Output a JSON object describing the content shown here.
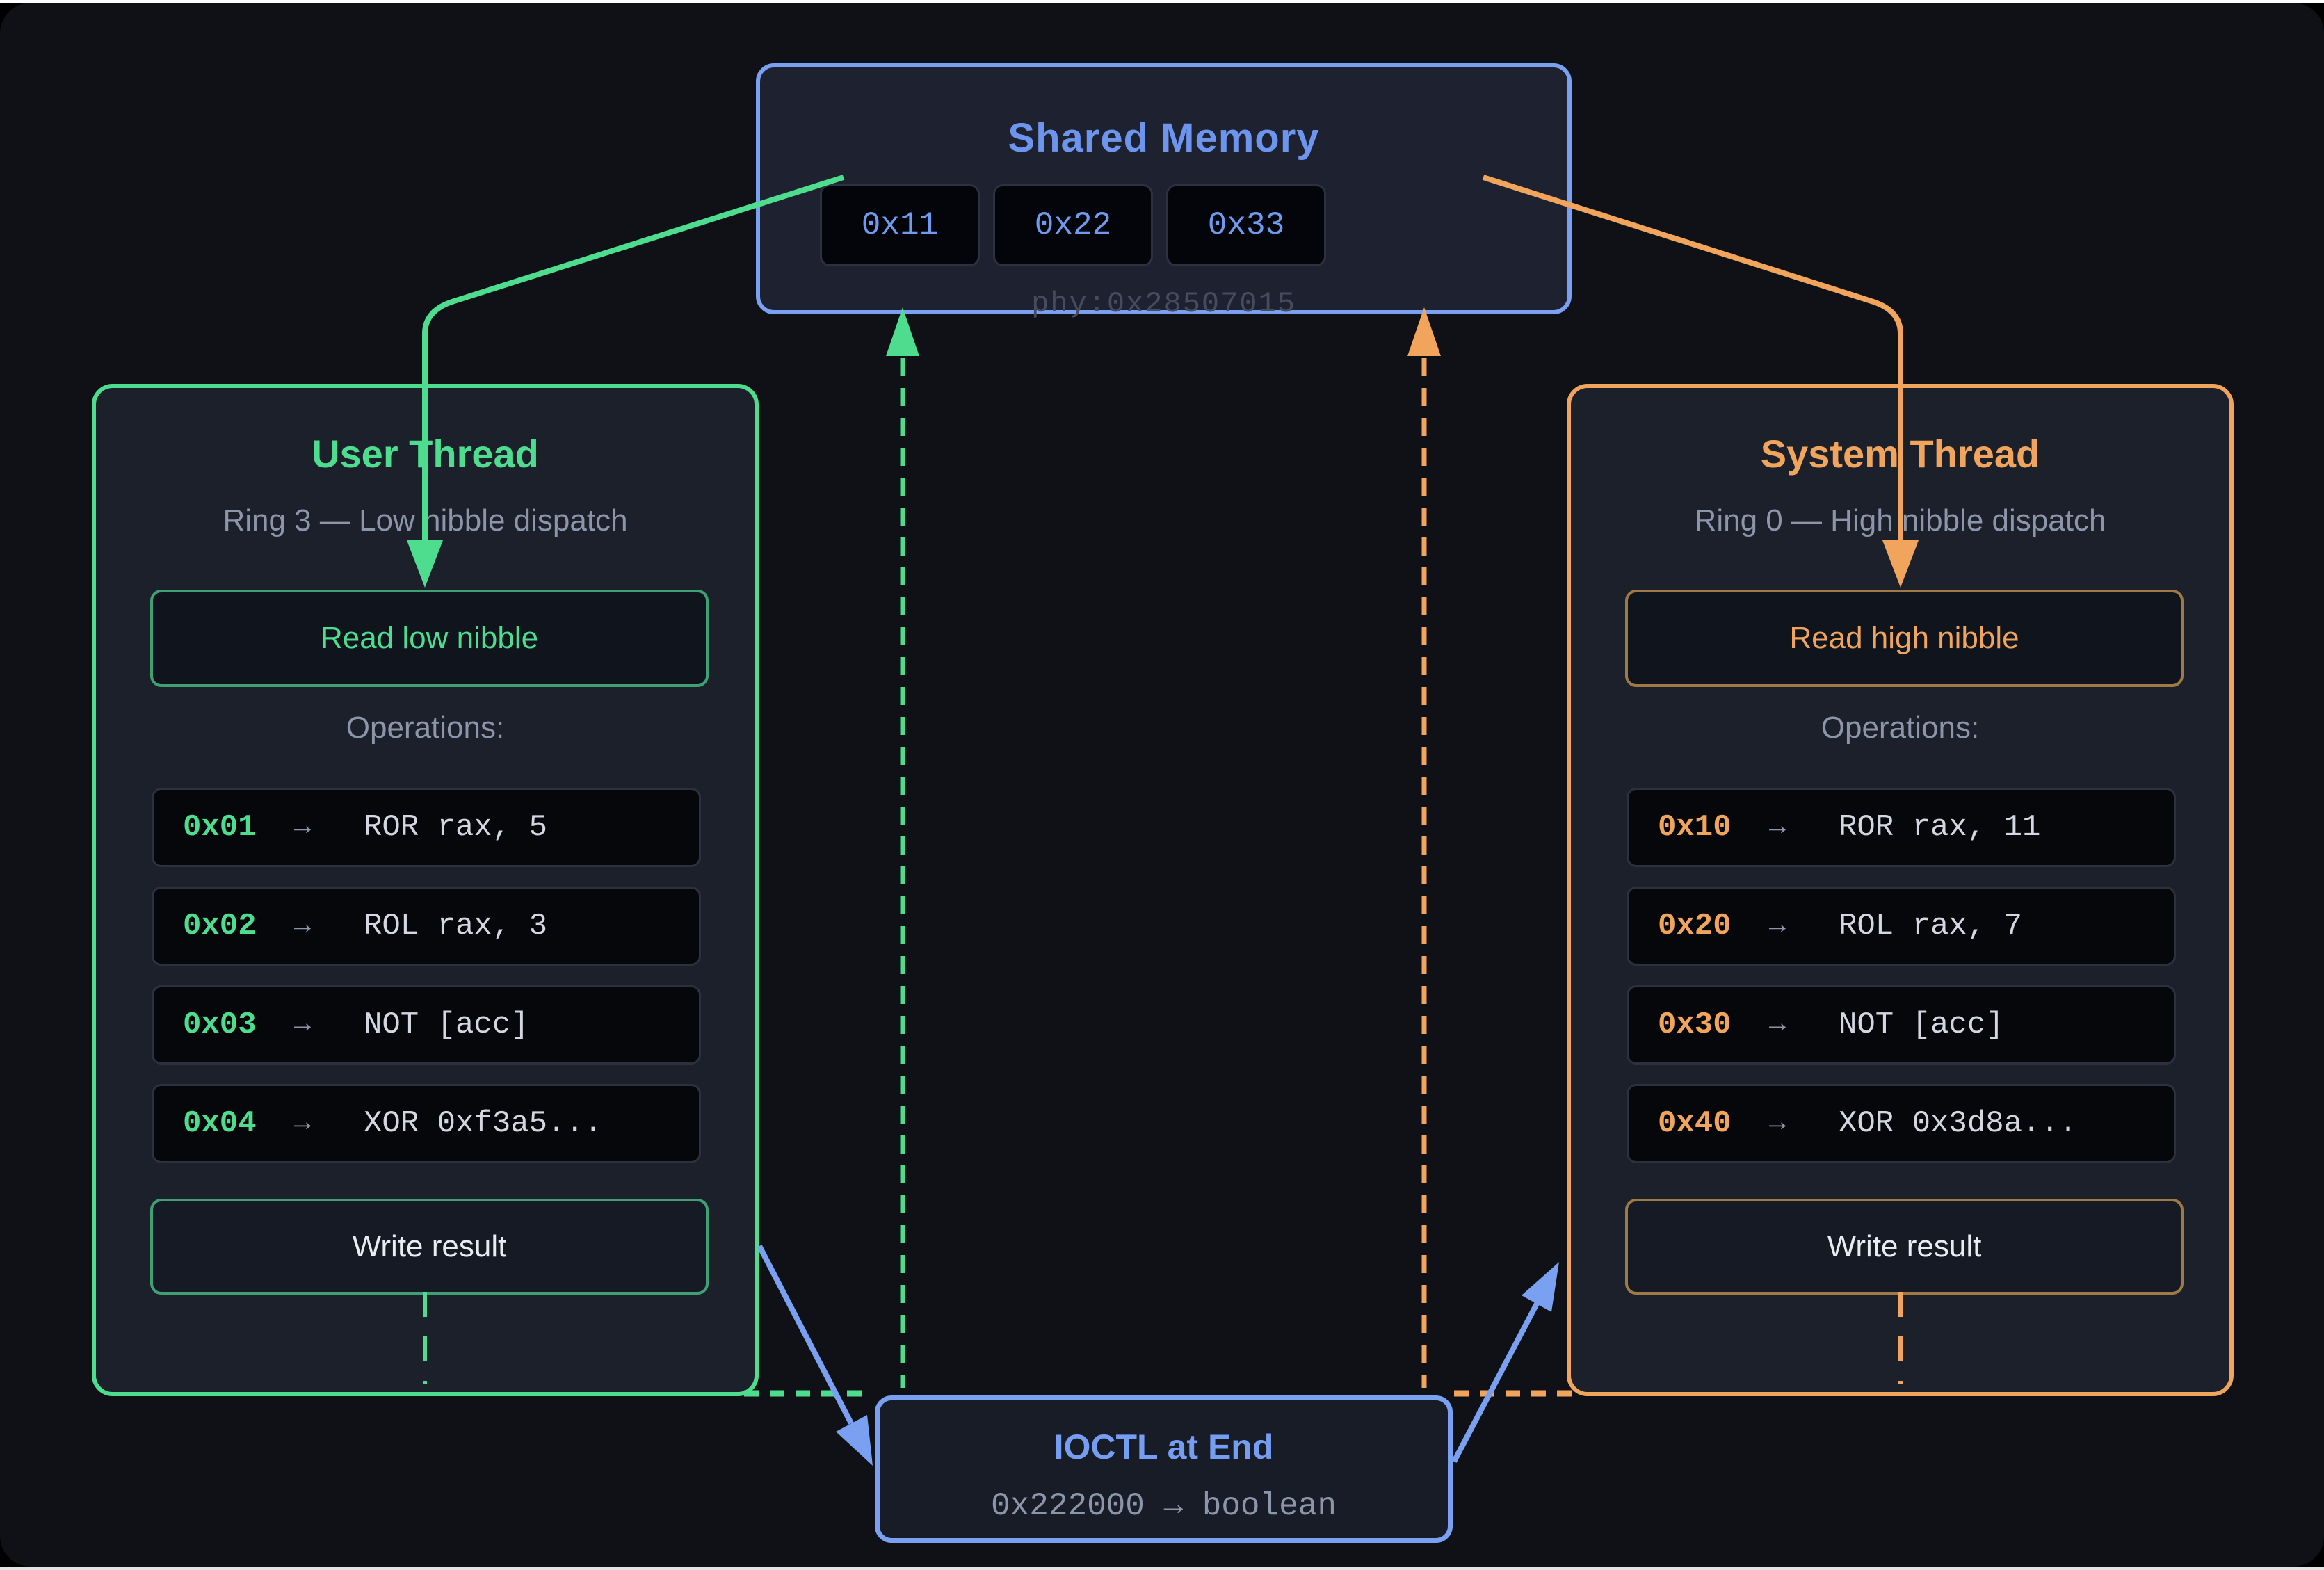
{
  "shared_memory": {
    "title": "Shared Memory",
    "cells": [
      "0x11",
      "0x22",
      "0x33"
    ],
    "phys": "phy:0x28507015"
  },
  "user_thread": {
    "title": "User Thread",
    "subtitle": "Ring 3 — Low nibble dispatch",
    "read_button": "Read low nibble",
    "ops_label": "Operations:",
    "ops": [
      {
        "opcode": "0x01",
        "arrow": "→",
        "instruction": "ROR rax, 5"
      },
      {
        "opcode": "0x02",
        "arrow": "→",
        "instruction": "ROL rax, 3"
      },
      {
        "opcode": "0x03",
        "arrow": "→",
        "instruction": "NOT [acc]"
      },
      {
        "opcode": "0x04",
        "arrow": "→",
        "instruction": "XOR 0xf3a5..."
      }
    ],
    "write_button": "Write result"
  },
  "system_thread": {
    "title": "System Thread",
    "subtitle": "Ring 0 — High nibble dispatch",
    "read_button": "Read high nibble",
    "ops_label": "Operations:",
    "ops": [
      {
        "opcode": "0x10",
        "arrow": "→",
        "instruction": "ROR rax, 11"
      },
      {
        "opcode": "0x20",
        "arrow": "→",
        "instruction": "ROL rax, 7"
      },
      {
        "opcode": "0x30",
        "arrow": "→",
        "instruction": "NOT [acc]"
      },
      {
        "opcode": "0x40",
        "arrow": "→",
        "instruction": "XOR 0x3d8a..."
      }
    ],
    "write_button": "Write result"
  },
  "ioctl": {
    "title": "IOCTL at End",
    "mapping": "0x222000 → boolean"
  },
  "colors": {
    "background": "#0f1117",
    "panel": "#1c202b",
    "accent_blue": "#7aa0f1",
    "accent_green": "#4edc8f",
    "accent_orange": "#f0a45c",
    "muted_gray": "#8d95aa",
    "row_black": "#05070b",
    "faint_label": "#464c5e"
  }
}
